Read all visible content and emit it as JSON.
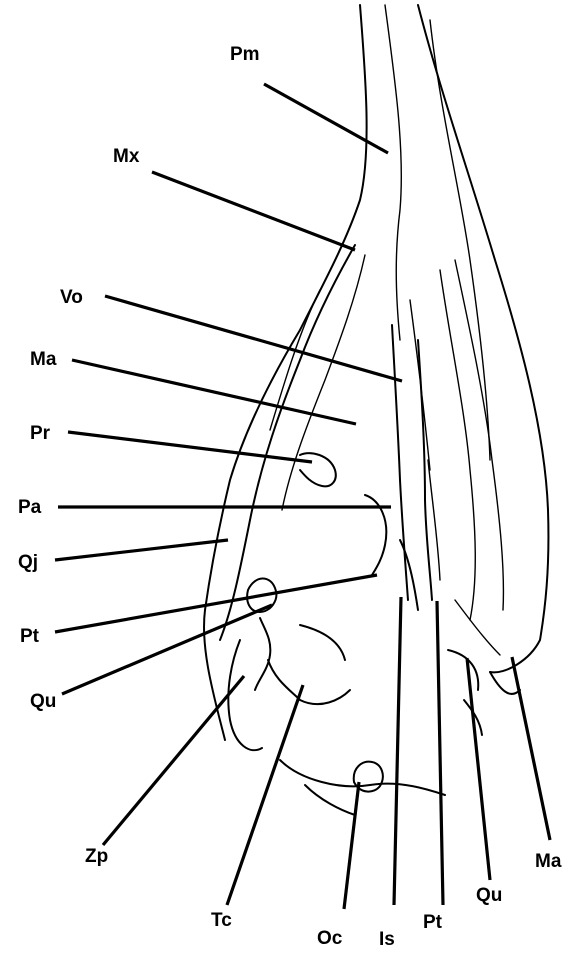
{
  "labels": {
    "pm": "Pm",
    "mx": "Mx",
    "vo": "Vo",
    "ma_left": "Ma",
    "pr": "Pr",
    "pa": "Pa",
    "qj": "Qj",
    "pt_left": "Pt",
    "qu_left": "Qu",
    "zp": "Zp",
    "tc": "Tc",
    "oc": "Oc",
    "is": "Is",
    "pt_bottom": "Pt",
    "qu_right": "Qu",
    "ma_right": "Ma"
  }
}
